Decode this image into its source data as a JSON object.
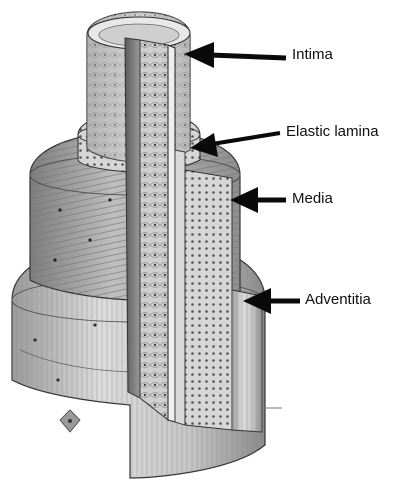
{
  "labels": {
    "intima": "Intima",
    "elastic_lamina": "Elastic lamina",
    "media": "Media",
    "adventitia": "Adventitia"
  },
  "colors": {
    "arrow": "#0a0a0a",
    "line": "#222222",
    "tissue_light": "#e4e4e4",
    "tissue_mid": "#bdbdbd",
    "tissue_dark": "#6e6e6e"
  }
}
